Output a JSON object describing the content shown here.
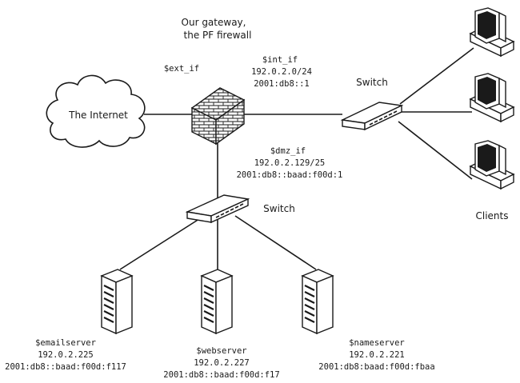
{
  "gateway": {
    "title_line1": "Our gateway,",
    "title_line2": "the PF firewall",
    "icon": "firewall-icon"
  },
  "internet": {
    "label": "The Internet",
    "icon": "cloud-icon"
  },
  "interfaces": {
    "ext": {
      "name": "$ext_if"
    },
    "int": {
      "name": "$int_if",
      "ipv4": "192.0.2.0/24",
      "ipv6": "2001:db8::1"
    },
    "dmz": {
      "name": "$dmz_if",
      "ipv4": "192.0.2.129/25",
      "ipv6": "2001:db8::baad:f00d:1"
    }
  },
  "switches": {
    "internal": {
      "label": "Switch"
    },
    "dmz": {
      "label": "Switch"
    }
  },
  "clients": {
    "label": "Clients",
    "count": 3
  },
  "servers": [
    {
      "name": "$emailserver",
      "ipv4": "192.0.2.225",
      "ipv6": "2001:db8::baad:f00d:f117"
    },
    {
      "name": "$webserver",
      "ipv4": "192.0.2.227",
      "ipv6": "2001:db8::baad:f00d:f17"
    },
    {
      "name": "$nameserver",
      "ipv4": "192.0.2.221",
      "ipv6": "2001:db8:baad:f00d:fbaa"
    }
  ]
}
